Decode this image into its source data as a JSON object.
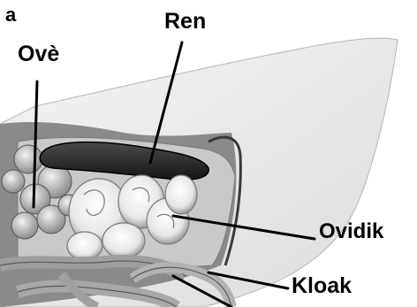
{
  "figure": {
    "panel_letter": "a",
    "labels": {
      "ren": "Ren",
      "ove": "Ovè",
      "ovidik": "Ovidik",
      "kloak": "Kloak"
    }
  },
  "colors": {
    "background": "#ffffff",
    "ink": "#000000",
    "kidney": "#2a2a2a",
    "tissue_light": "#ececec",
    "tissue_mid": "#bdbdbd",
    "tissue_dark": "#6e6e6e"
  }
}
